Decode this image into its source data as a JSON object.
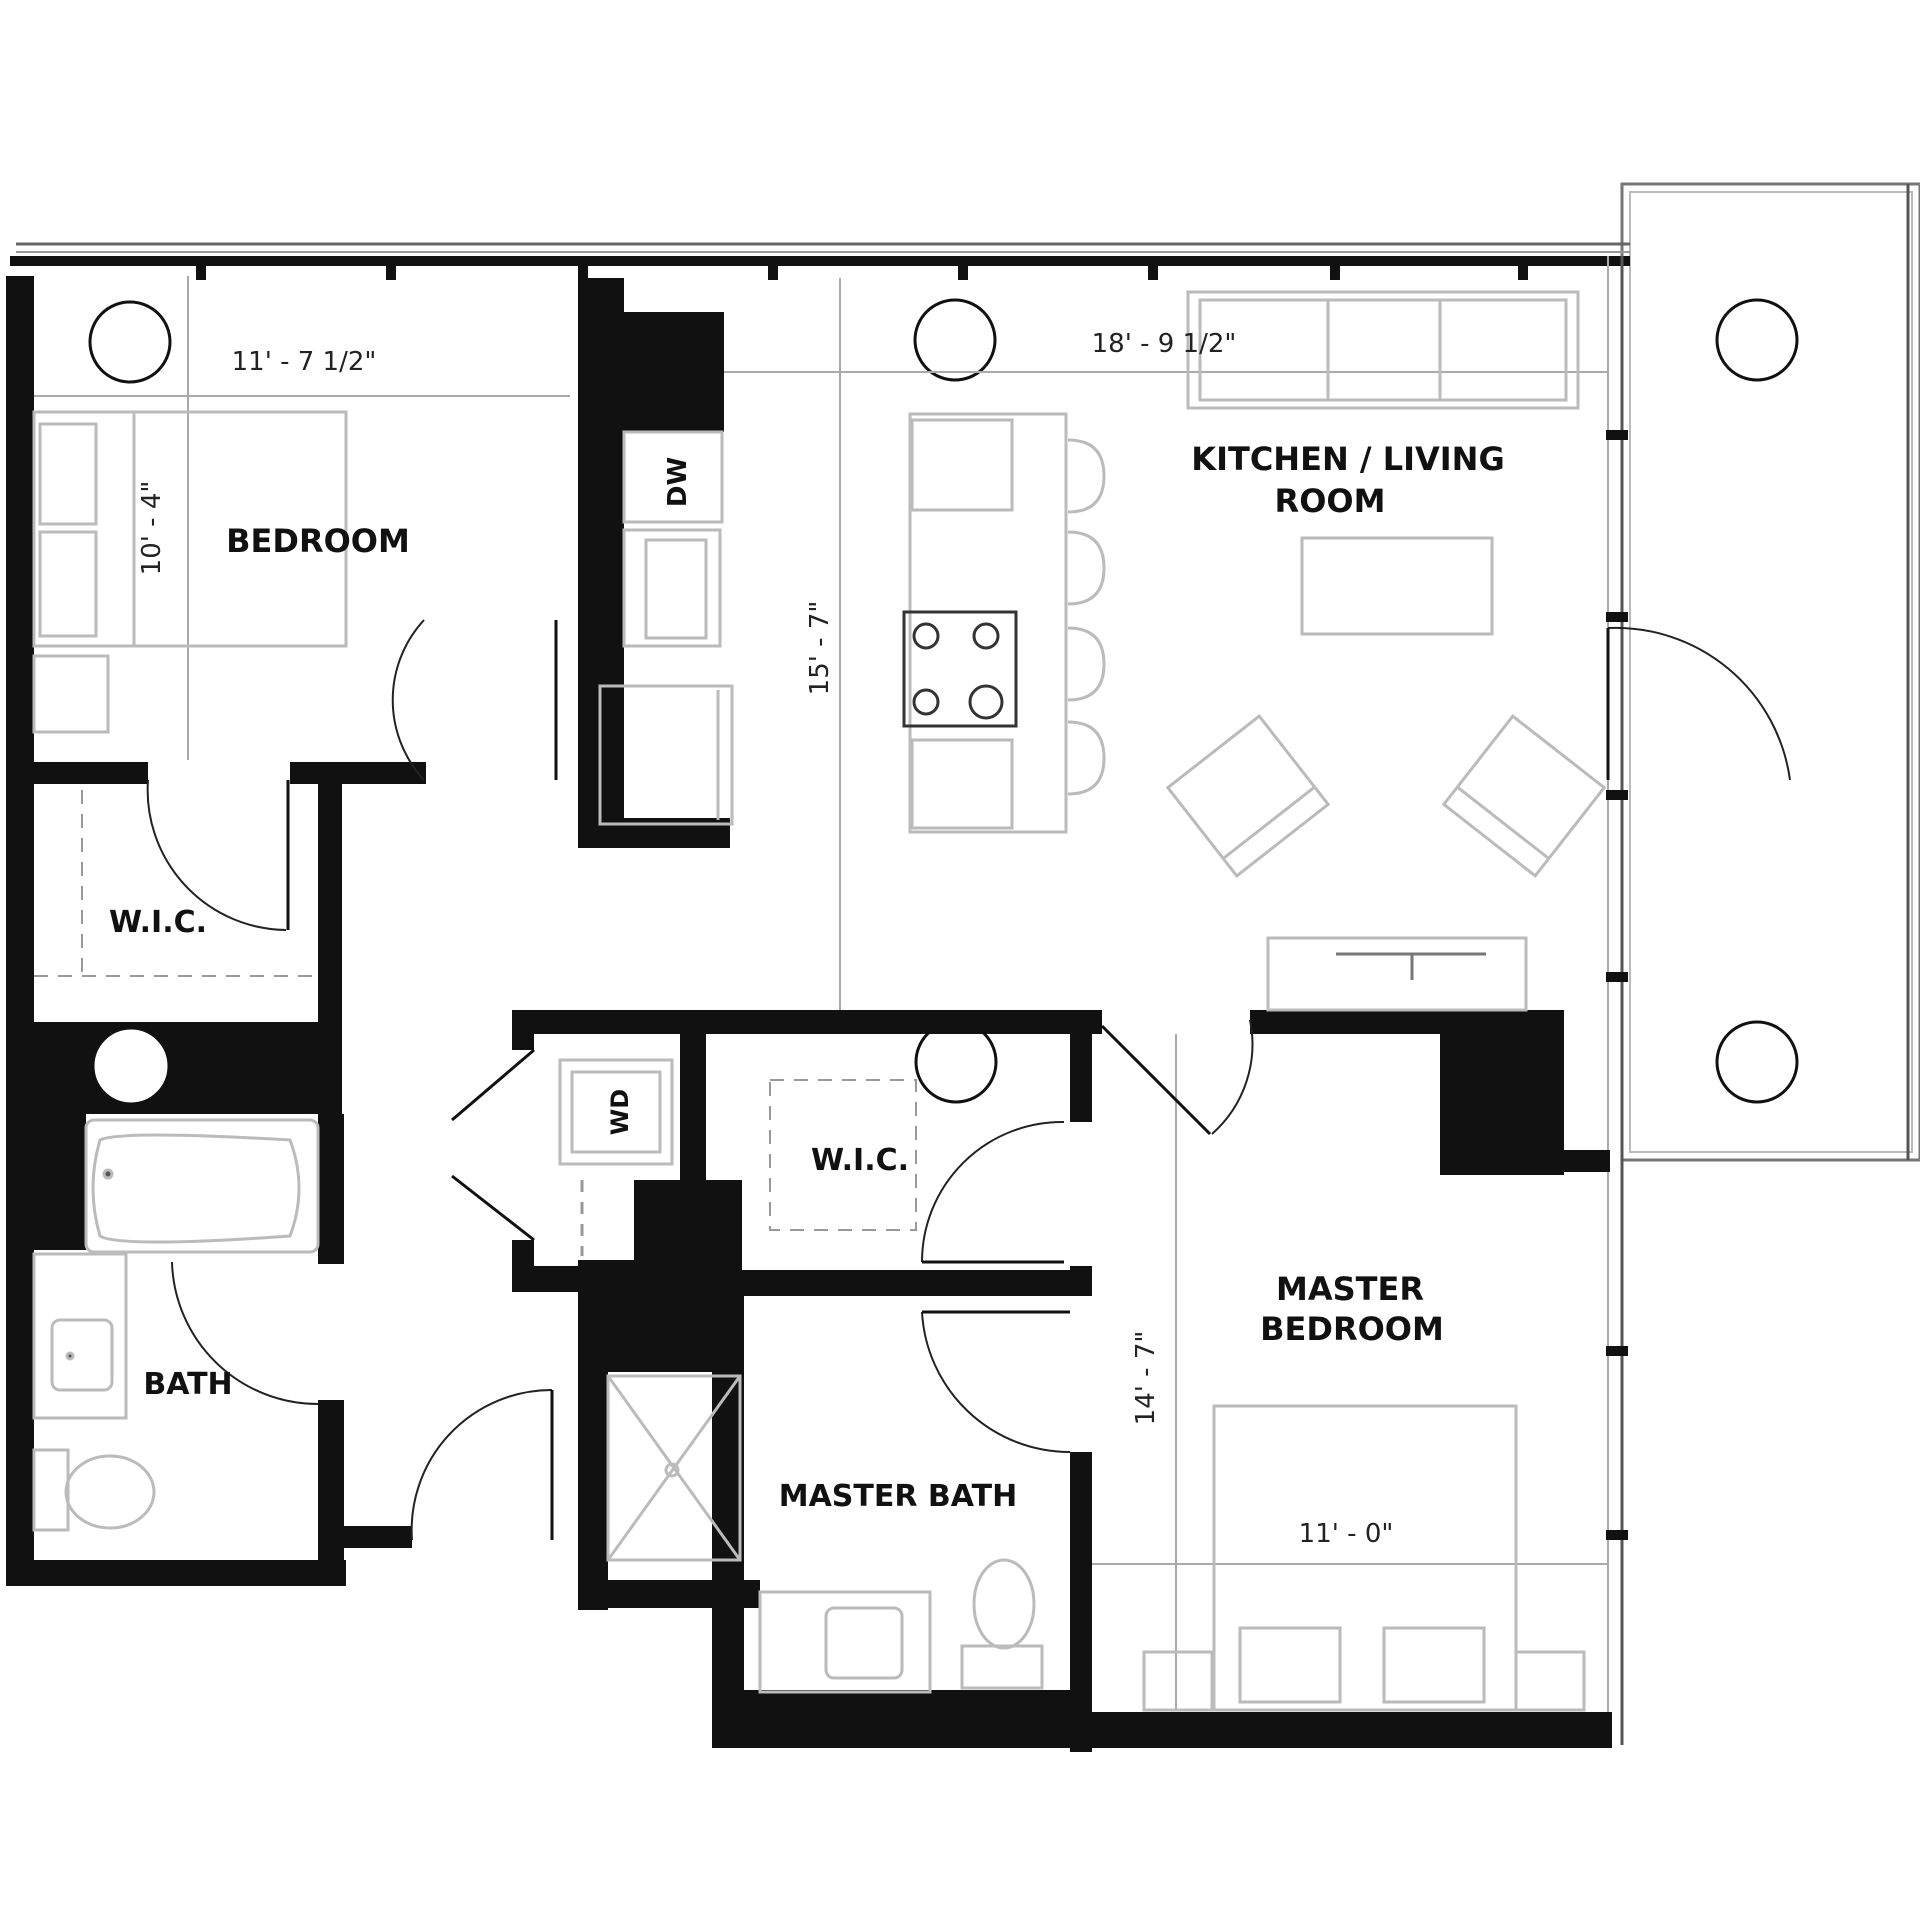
{
  "rooms": {
    "bedroom": "BEDROOM",
    "wic_left": "W.I.C.",
    "bath": "BATH",
    "kitchen_line1": "KITCHEN / LIVING",
    "kitchen_line2": "ROOM",
    "wic_master": "W.I.C.",
    "master_line1": "MASTER",
    "master_line2": "BEDROOM",
    "master_bath": "MASTER BATH"
  },
  "appliances": {
    "dishwasher": "DW",
    "washer_dryer": "WD"
  },
  "dimensions": {
    "bedroom_width": "11' - 7 1/2\"",
    "bedroom_depth": "10' - 4\"",
    "living_width": "18' - 9 1/2\"",
    "living_depth": "15' - 7\"",
    "master_width": "11' - 0\"",
    "master_depth": "14' - 7\""
  }
}
